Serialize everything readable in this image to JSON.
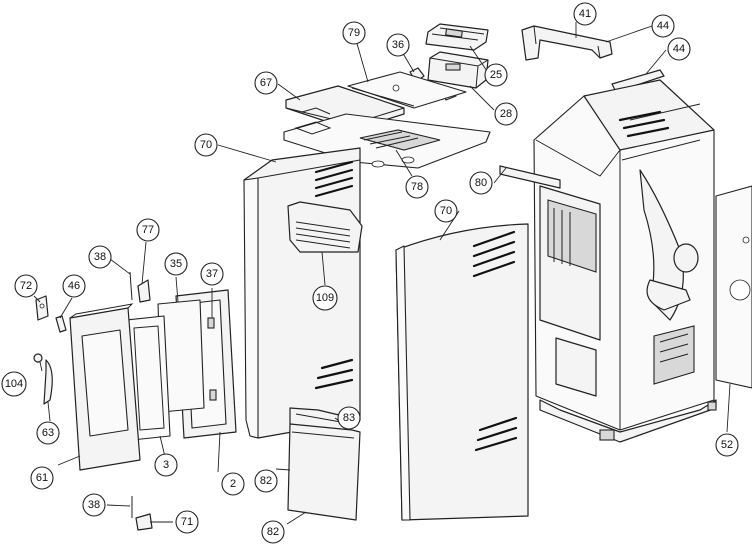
{
  "diagram": {
    "callouts": [
      {
        "id": "c79",
        "label": "79"
      },
      {
        "id": "c36",
        "label": "36"
      },
      {
        "id": "c25",
        "label": "25"
      },
      {
        "id": "c28",
        "label": "28"
      },
      {
        "id": "c41",
        "label": "41"
      },
      {
        "id": "c44a",
        "label": "44"
      },
      {
        "id": "c44b",
        "label": "44"
      },
      {
        "id": "c67",
        "label": "67"
      },
      {
        "id": "c70a",
        "label": "70"
      },
      {
        "id": "c78",
        "label": "78"
      },
      {
        "id": "c80",
        "label": "80"
      },
      {
        "id": "c70b",
        "label": "70"
      },
      {
        "id": "c77",
        "label": "77"
      },
      {
        "id": "c38a",
        "label": "38"
      },
      {
        "id": "c35",
        "label": "35"
      },
      {
        "id": "c37",
        "label": "37"
      },
      {
        "id": "c72",
        "label": "72"
      },
      {
        "id": "c46",
        "label": "46"
      },
      {
        "id": "c109",
        "label": "109"
      },
      {
        "id": "c104",
        "label": "104"
      },
      {
        "id": "c63",
        "label": "63"
      },
      {
        "id": "c83",
        "label": "83"
      },
      {
        "id": "c52",
        "label": "52"
      },
      {
        "id": "c3",
        "label": "3"
      },
      {
        "id": "c61",
        "label": "61"
      },
      {
        "id": "c82a",
        "label": "82"
      },
      {
        "id": "c2",
        "label": "2"
      },
      {
        "id": "c38b",
        "label": "38"
      },
      {
        "id": "c71",
        "label": "71"
      },
      {
        "id": "c82b",
        "label": "82"
      }
    ]
  }
}
